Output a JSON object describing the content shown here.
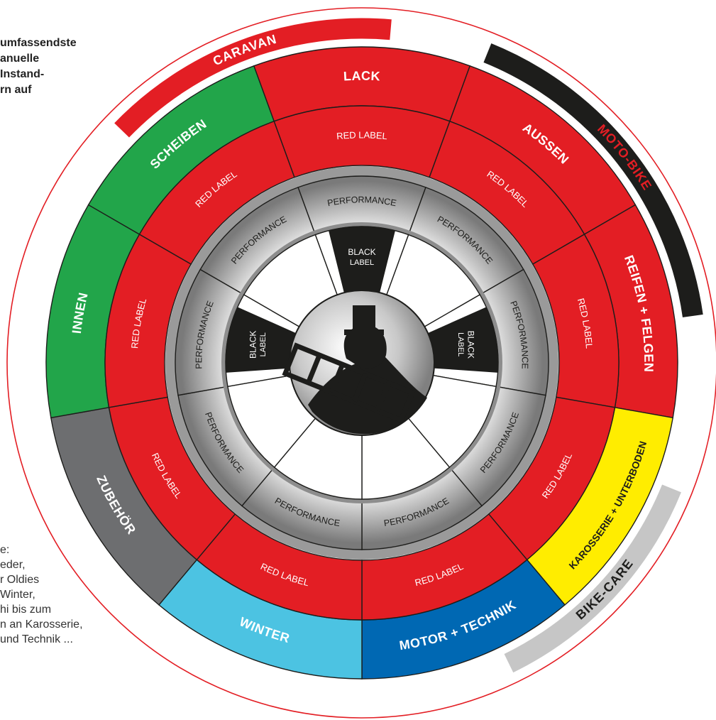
{
  "intro_text": [
    "umfassendste",
    "anuelle",
    "Instand-",
    "rn auf"
  ],
  "side_text": [
    "e:",
    "eder,",
    "r Oldies",
    "Winter,",
    "hi bis zum",
    "n an Karosserie,",
    "und Technik ..."
  ],
  "outer_arcs": [
    {
      "label": "CARAVAN",
      "color": "#e31e24",
      "text_color": "#ffffff"
    },
    {
      "label": "MOTO-BIKE",
      "color": "#1d1d1b",
      "text_color": "#e31e24"
    },
    {
      "label": "BIKE-CARE",
      "color": "#c6c6c6",
      "text_color": "#1d1d1b"
    }
  ],
  "categories": [
    {
      "label": "LACK",
      "color": "#e31e24"
    },
    {
      "label": "AUSSEN",
      "color": "#e31e24"
    },
    {
      "label": "REIFEN + FELGEN",
      "color": "#e31e24"
    },
    {
      "label": "KAROSSERIE + UNTERBODEN",
      "color": "#ffed00",
      "text_color": "#1d1d1b"
    },
    {
      "label": "MOTOR + TECHNIK",
      "color": "#0068b3"
    },
    {
      "label": "WINTER",
      "color": "#4cc3e2"
    },
    {
      "label": "ZUBEHÖR",
      "color": "#6d6e70"
    },
    {
      "label": "INNEN",
      "color": "#22a54a"
    },
    {
      "label": "SCHEIBEN",
      "color": "#22a54a"
    }
  ],
  "ring_labels": {
    "red_label": "RED LABEL",
    "performance": "PERFORMANCE",
    "black_label_top": "BLACK",
    "black_label_bottom": "LABEL"
  },
  "colors": {
    "red": "#e31e24",
    "black": "#1d1d1b",
    "white": "#ffffff"
  }
}
